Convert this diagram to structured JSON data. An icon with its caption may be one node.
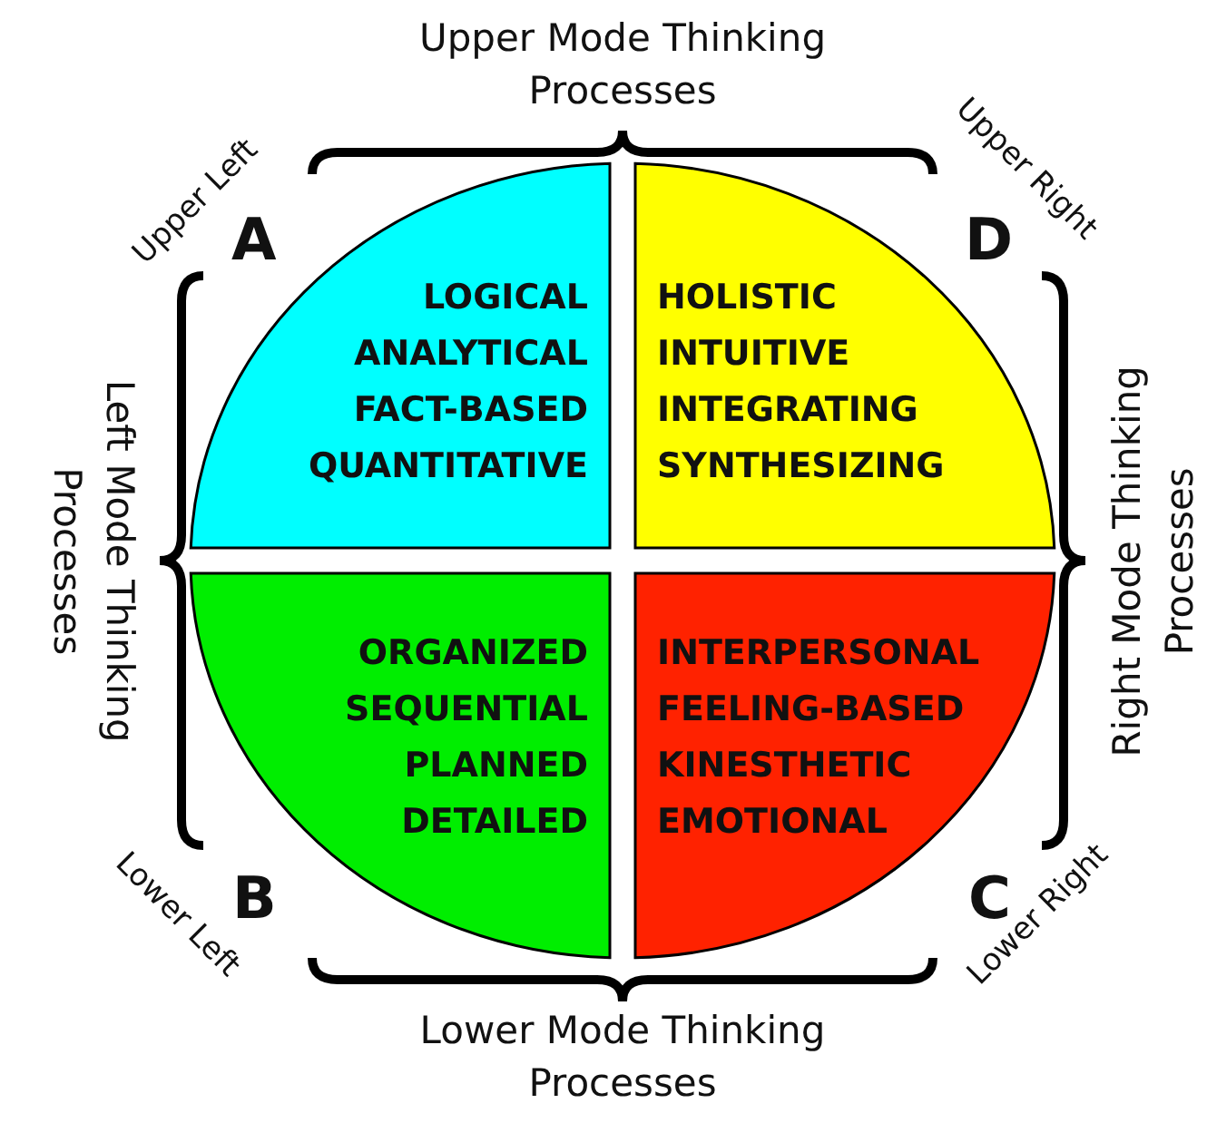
{
  "diagram": {
    "nodes": [
      {
        "text": [
          "LOGICAL",
          "ANALYTICAL",
          "FACT-BASED",
          "QUANTITATIVE"
        ]
      },
      {
        "text": [
          "HOLISTIC",
          "INTUITIVE",
          "INTEGRATING",
          "SYNTHESIZING"
        ]
      },
      {
        "text": [
          "ORGANIZED",
          "SEQUENTIAL",
          "PLANNED",
          "DETAILED"
        ]
      },
      {
        "text": [
          "INTERPERSONAL",
          "FEELING-BASED",
          "KINESTHETIC",
          "EMOTIONAL"
        ]
      }
    ],
    "edges": [],
    "labels": [
      "Upper Mode Thinking Processes",
      "Upper Left",
      "Upper Right",
      "A",
      "D",
      "Left Mode Thinking Processes",
      "Right Mode Thinking Processes",
      "B",
      "C",
      "Lower Left",
      "Lower Right",
      "Lower Mode Thinking Processes"
    ]
  }
}
